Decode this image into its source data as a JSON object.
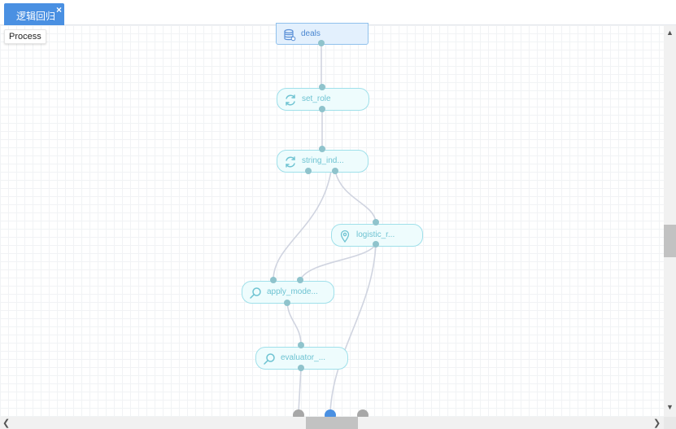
{
  "tab": {
    "label": "逻辑回归",
    "close": "×"
  },
  "process_label": "Process",
  "nodes": [
    {
      "id": "deals",
      "label": "deals",
      "icon": "database-icon"
    },
    {
      "id": "set_role",
      "label": "set_role",
      "icon": "refresh-icon"
    },
    {
      "id": "string_ind",
      "label": "string_ind...",
      "icon": "refresh-icon"
    },
    {
      "id": "logistic_r",
      "label": "logistic_r...",
      "icon": "location-pin-icon"
    },
    {
      "id": "apply_mode",
      "label": "apply_mode...",
      "icon": "magnifier-icon"
    },
    {
      "id": "evaluator",
      "label": "evaluator_...",
      "icon": "magnifier-icon"
    }
  ],
  "scrollbars": {
    "up": "▲",
    "down": "▼",
    "left": "❮",
    "right": "❯"
  },
  "colors": {
    "tab_bg": "#4a90e2",
    "node_border": "#9fe0ea",
    "node_text": "#6ec3d2",
    "source_text": "#4a86d0",
    "edge": "#d0d4e0",
    "port": "#8fc3cc",
    "active_port": "#4a90e2"
  }
}
